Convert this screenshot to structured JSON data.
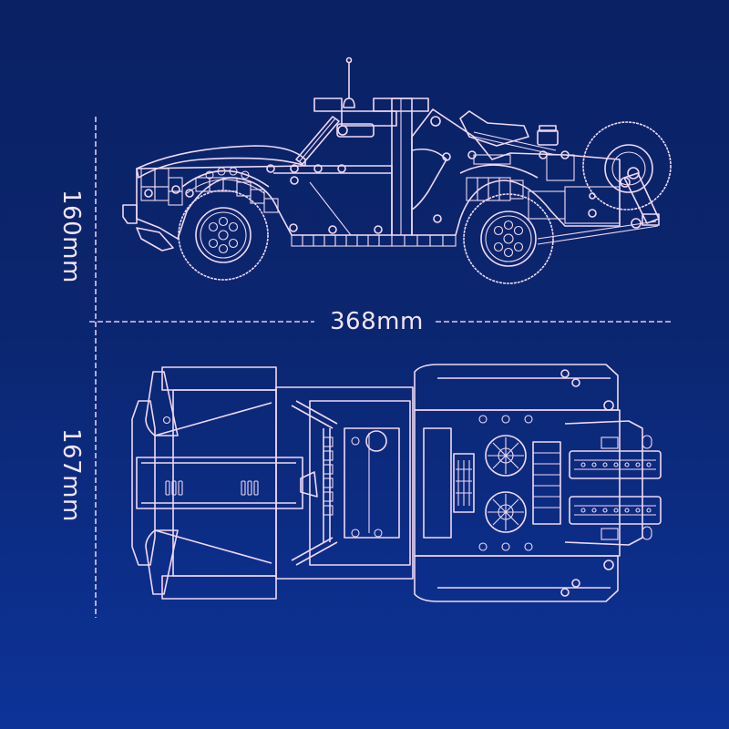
{
  "diagram": {
    "title": "",
    "background_colors": [
      "#0a2163",
      "#0d3399"
    ],
    "line_color": "#efd9f2",
    "views": [
      {
        "id": "side-view",
        "label": "Side elevation of off-road car"
      },
      {
        "id": "top-view",
        "label": "Top-down plan of off-road car"
      }
    ],
    "dimensions": {
      "height": {
        "value": 160,
        "unit": "mm",
        "label": "160mm"
      },
      "width": {
        "value": 167,
        "unit": "mm",
        "label": "167mm"
      },
      "length": {
        "value": 368,
        "unit": "mm",
        "label": "368mm"
      }
    }
  }
}
